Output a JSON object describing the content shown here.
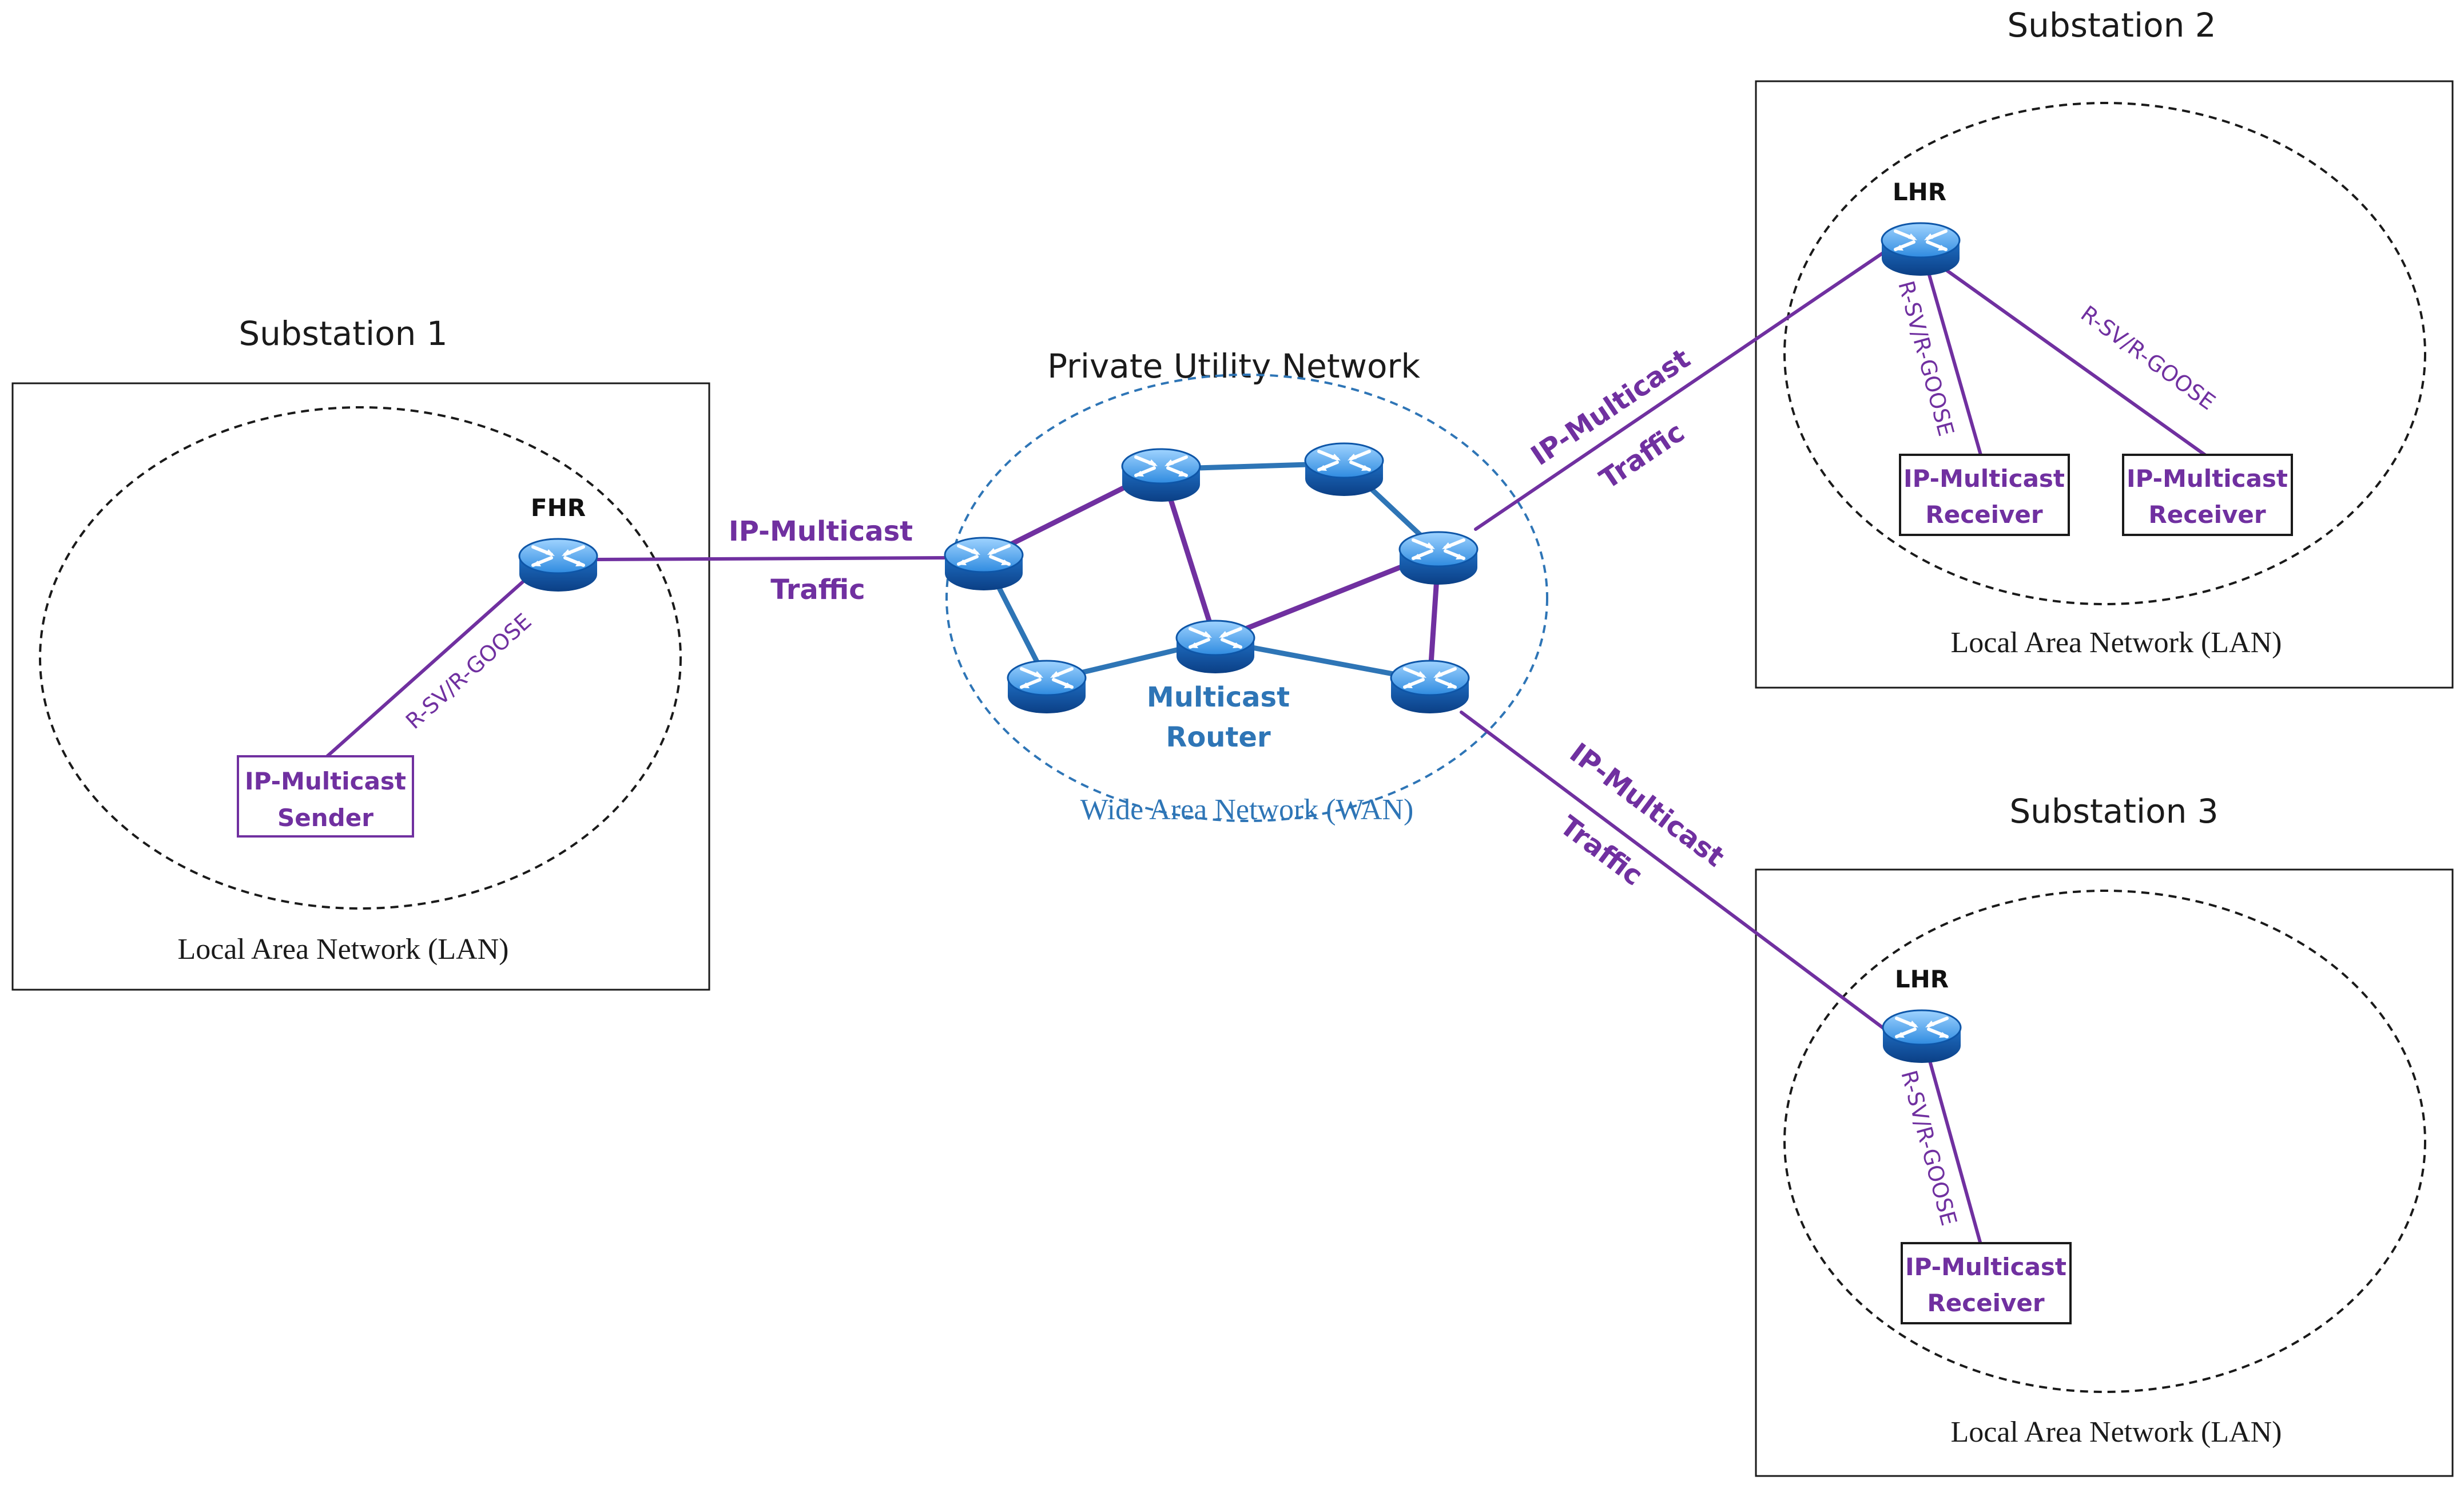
{
  "colors": {
    "purple": "#7030a0",
    "blue": "#2e75b6",
    "wan_text": "#2e75b6",
    "black": "#1a1a1a"
  },
  "titles": {
    "substation1": "Substation 1",
    "substation2": "Substation 2",
    "substation3": "Substation 3",
    "private_network": "Private Utility Network"
  },
  "lan_label": "Local Area Network (LAN)",
  "wan_label": "Wide Area Network (WAN)",
  "router_labels": {
    "fhr": "FHR",
    "lhr": "LHR",
    "multicast_router_line1": "Multicast",
    "multicast_router_line2": "Router"
  },
  "traffic": {
    "line1": "IP-Multicast",
    "line2": "Traffic"
  },
  "protocol": "R-SV/R-GOOSE",
  "devices": {
    "sender_line1": "IP-Multicast",
    "sender_line2": "Sender",
    "receiver_line1": "IP-Multicast",
    "receiver_line2": "Receiver"
  },
  "icons": [
    "router-icon"
  ]
}
